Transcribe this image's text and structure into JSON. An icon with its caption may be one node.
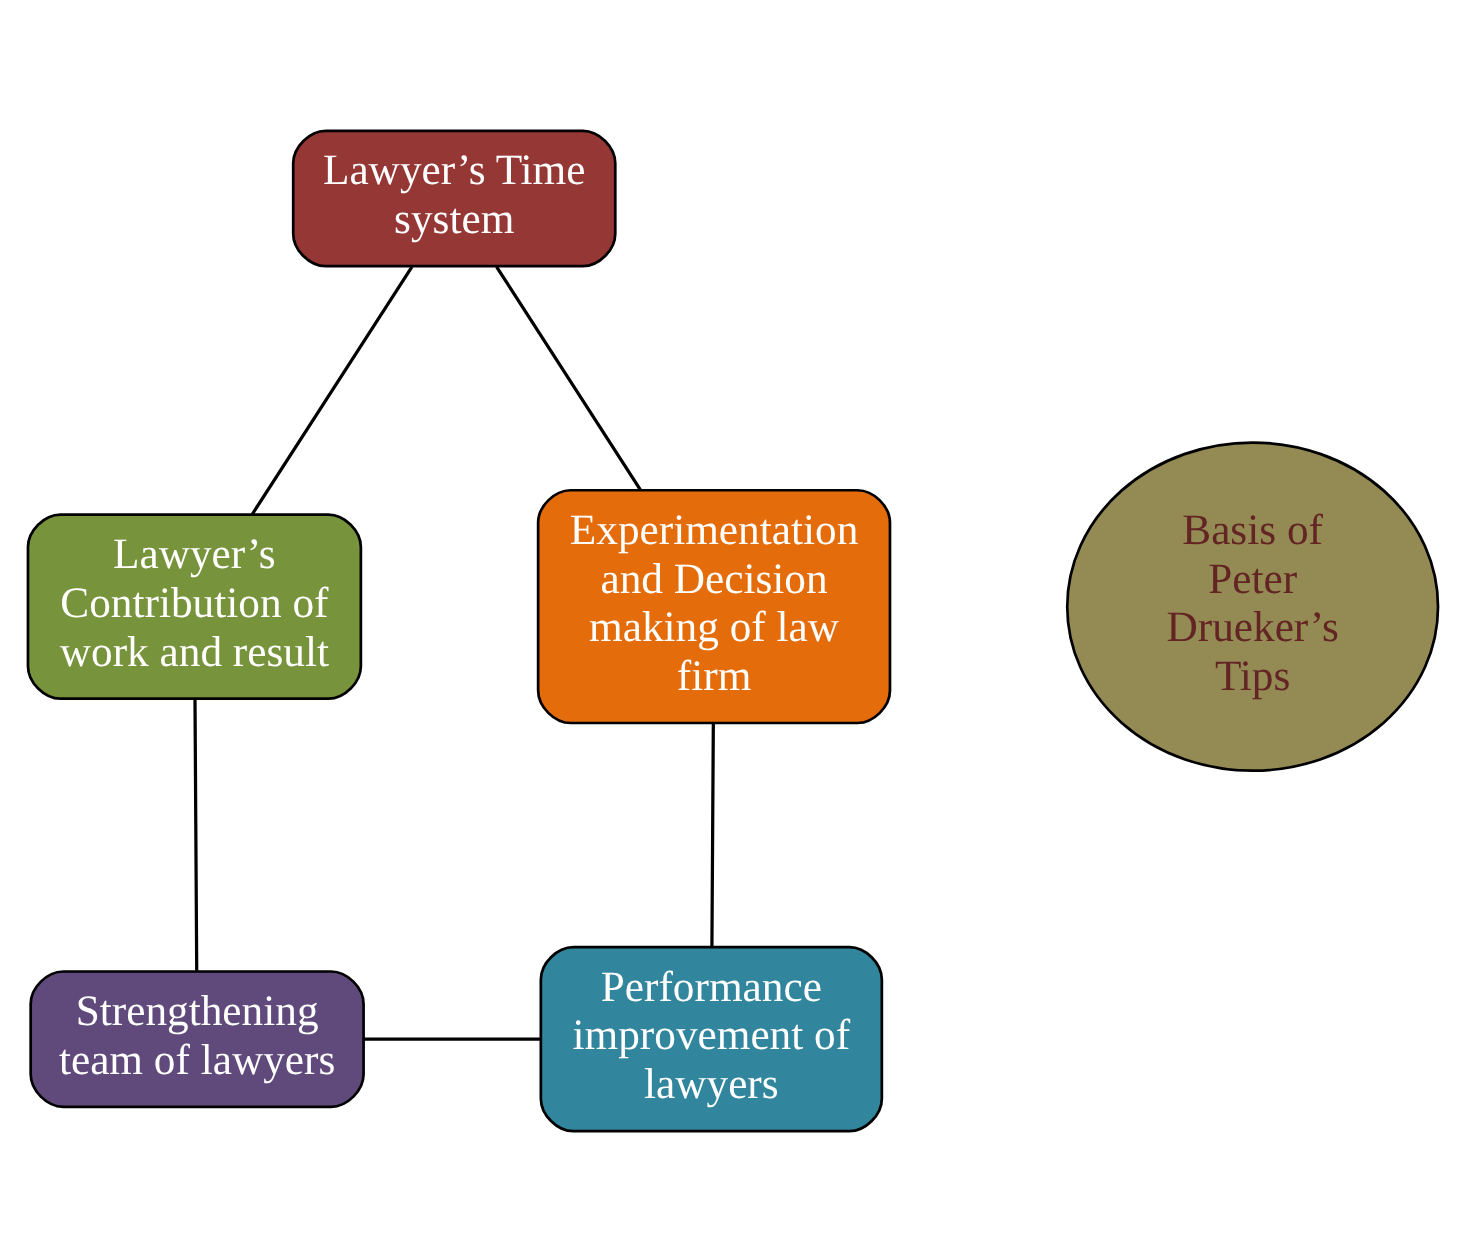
{
  "diagram": {
    "nodes": [
      {
        "text": [
          "Lawyer’s Time system"
        ]
      },
      {
        "text": [
          "Experimentation and Decision making of law firm"
        ]
      },
      {
        "text": [
          "Basis of Peter Drueker’s Tips"
        ]
      },
      {
        "text": [
          "Lawyer’s Contribution of work and result"
        ]
      },
      {
        "text": [
          "Performance improvement of lawyers"
        ]
      },
      {
        "text": [
          "Strengthening team of lawyers"
        ]
      }
    ],
    "edges": [
      {
        "from": 0,
        "to": 3,
        "arrow": "none"
      },
      {
        "from": 3,
        "to": 5,
        "arrow": "none"
      },
      {
        "from": 5,
        "to": 4,
        "arrow": "none"
      },
      {
        "from": 4,
        "to": 1,
        "arrow": "none"
      },
      {
        "from": 1,
        "to": 0,
        "arrow": "none"
      }
    ]
  }
}
